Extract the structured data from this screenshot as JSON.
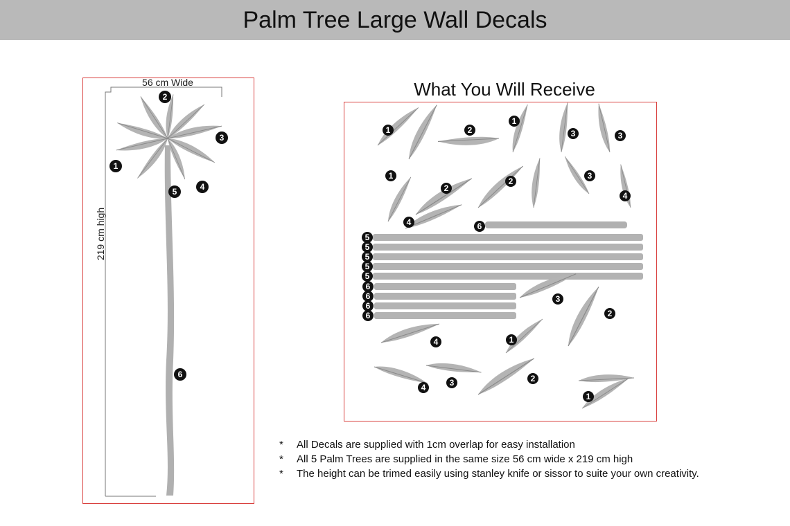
{
  "header": {
    "title": "Palm Tree Large Wall Decals"
  },
  "left_panel": {
    "width_label": "56 cm Wide",
    "height_label": "219 cm high",
    "part_numbers": [
      "1",
      "2",
      "3",
      "4",
      "5",
      "6"
    ]
  },
  "right_panel": {
    "title": "What You Will Receive",
    "pieces": {
      "trunk_5_labels": [
        "5",
        "5",
        "5",
        "5",
        "5"
      ],
      "trunk_6_labels": [
        "6",
        "6",
        "6",
        "6",
        "6"
      ]
    }
  },
  "notes": [
    {
      "bullet": "*",
      "text": "All Decals are supplied with 1cm overlap for easy installation"
    },
    {
      "bullet": "*",
      "text": "All 5 Palm Trees are supplied in the same size 56 cm wide x 219 cm high"
    },
    {
      "bullet": "*",
      "text": "The height can be trimed easily using stanley knife or sissor to suite your own creativity."
    }
  ],
  "colors": {
    "frame": "#d9403e",
    "header_bg": "#b9b9b9",
    "badge": "#111111",
    "leaf": "#a9a9a9"
  }
}
